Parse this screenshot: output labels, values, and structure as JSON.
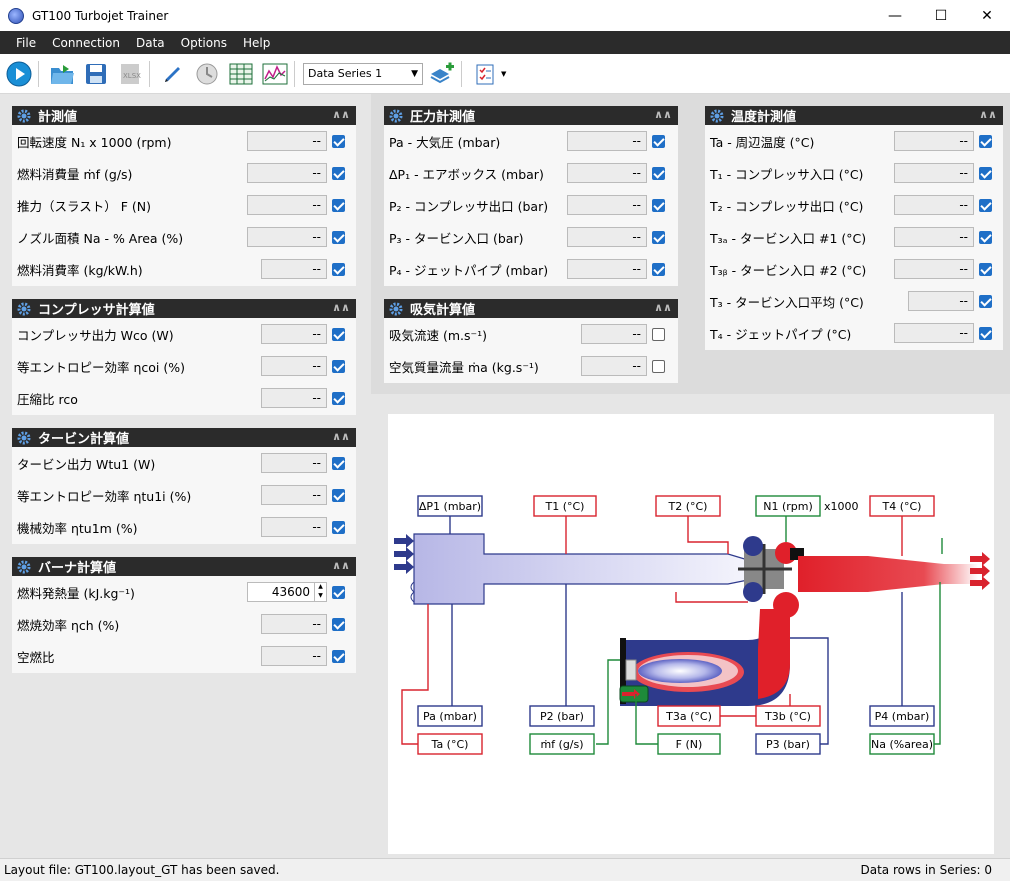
{
  "window": {
    "title": "GT100 Turbojet Trainer"
  },
  "menu": [
    "File",
    "Connection",
    "Data",
    "Options",
    "Help"
  ],
  "toolbar": {
    "series_select": "Data Series 1"
  },
  "panels": {
    "measured": {
      "title": "計測値",
      "rows": [
        {
          "label": "回転速度 N₁ x 1000  (rpm)",
          "value": "--",
          "checked": true
        },
        {
          "label": "燃料消費量 ṁf  (g/s)",
          "value": "--",
          "checked": true
        },
        {
          "label": "推力（スラスト） F  (N)",
          "value": "--",
          "checked": true
        },
        {
          "label": "ノズル面積 Na - % Area  (%)",
          "value": "--",
          "checked": true
        },
        {
          "label": "燃料消費率  (kg/kW.h)",
          "value": "--",
          "checked": true
        }
      ]
    },
    "compressor": {
      "title": "コンプレッサ計算値",
      "rows": [
        {
          "label": "コンプレッサ出力 Wco  (W)",
          "value": "--",
          "checked": true
        },
        {
          "label": "等エントロピー効率 ηcoi  (%)",
          "value": "--",
          "checked": true
        },
        {
          "label": "圧縮比 rco",
          "value": "--",
          "checked": true
        }
      ]
    },
    "turbine": {
      "title": "タービン計算値",
      "rows": [
        {
          "label": "タービン出力 Wtu1  (W)",
          "value": "--",
          "checked": true
        },
        {
          "label": "等エントロピー効率 ηtu1i  (%)",
          "value": "--",
          "checked": true
        },
        {
          "label": "機械効率 ηtu1m  (%)",
          "value": "--",
          "checked": true
        }
      ]
    },
    "burner": {
      "title": "バーナ計算値",
      "rows": [
        {
          "label": "燃料発熱量  (kJ.kg⁻¹)",
          "value": "43600",
          "checked": true
        },
        {
          "label": "燃焼効率 ηch  (%)",
          "value": "--",
          "checked": true
        },
        {
          "label": "空燃比",
          "value": "--",
          "checked": true
        }
      ]
    },
    "pressure": {
      "title": "圧力計測値",
      "rows": [
        {
          "label": "Pa - 大気圧  (mbar)",
          "value": "--",
          "checked": true
        },
        {
          "label": "ΔP₁ - エアボックス  (mbar)",
          "value": "--",
          "checked": true
        },
        {
          "label": "P₂ - コンプレッサ出口  (bar)",
          "value": "--",
          "checked": true
        },
        {
          "label": "P₃ - タービン入口  (bar)",
          "value": "--",
          "checked": true
        },
        {
          "label": "P₄ - ジェットパイプ  (mbar)",
          "value": "--",
          "checked": true
        }
      ]
    },
    "intake": {
      "title": "吸気計算値",
      "rows": [
        {
          "label": "吸気流速  (m.s⁻¹)",
          "value": "--",
          "checked": false
        },
        {
          "label": "空気質量流量 ṁa  (kg.s⁻¹)",
          "value": "--",
          "checked": false
        }
      ]
    },
    "temperature": {
      "title": "温度計測値",
      "rows": [
        {
          "label": "Ta - 周辺温度  (°C)",
          "value": "--",
          "checked": true
        },
        {
          "label": "T₁ - コンプレッサ入口  (°C)",
          "value": "--",
          "checked": true
        },
        {
          "label": "T₂ - コンプレッサ出口  (°C)",
          "value": "--",
          "checked": true
        },
        {
          "label": "T₃ₐ - タービン入口 #1  (°C)",
          "value": "--",
          "checked": true
        },
        {
          "label": "T₃ᵦ - タービン入口 #2  (°C)",
          "value": "--",
          "checked": true
        },
        {
          "label": "T₃ - タービン入口平均  (°C)",
          "value": "--",
          "checked": true
        },
        {
          "label": "T₄ - ジェットパイプ  (°C)",
          "value": "--",
          "checked": true
        }
      ]
    }
  },
  "diagram": {
    "labels": {
      "dp1": "ΔP1 (mbar)",
      "t1": "T1 (°C)",
      "t2": "T2 (°C)",
      "n1": "N1 (rpm)",
      "x1000": "x1000",
      "t4": "T4 (°C)",
      "pa": "Pa (mbar)",
      "ta": "Ta (°C)",
      "p2": "P2 (bar)",
      "mf": "ṁf (g/s)",
      "t3a": "T3a (°C)",
      "t3b": "T3b (°C)",
      "f": "F (N)",
      "p3": "P3 (bar)",
      "p4": "P4 (mbar)",
      "na": "Na (%area)"
    }
  },
  "status": {
    "left": "Layout file: GT100.layout_GT has been saved.",
    "right": "Data rows in Series: 0"
  },
  "colors": {
    "header": "#2b2b2b",
    "accent": "#1f6fc7",
    "blue": "#2e3a8c",
    "red": "#d9232e",
    "green": "#1e8a3a"
  }
}
